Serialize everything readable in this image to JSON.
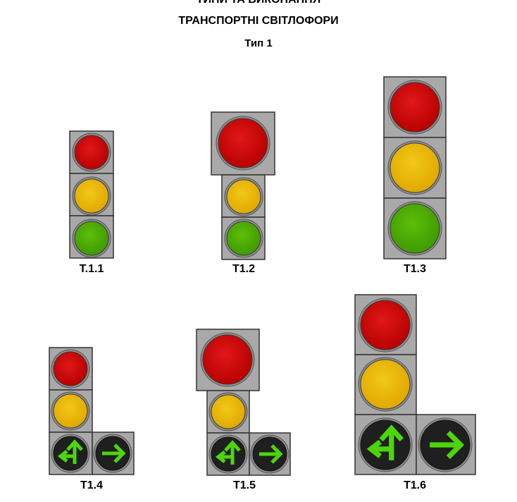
{
  "header": {
    "line1": "ТИПИ ТА ВИКОНАННЯ",
    "line2": "ТРАНСПОРТНІ СВІТЛОФОРИ",
    "line3": "Тип 1"
  },
  "colors": {
    "housing": "#a9a9a9",
    "housing_border": "#333333",
    "red": "#cc0000",
    "yellow": "#e8b800",
    "green": "#4caf00",
    "arrow_lens": "#1f1f1f",
    "arrow": "#4cd60a"
  },
  "signals": [
    {
      "label": "T.1.1",
      "lenses": [
        "red",
        "yellow",
        "green"
      ]
    },
    {
      "label": "T1.2",
      "lenses": [
        "red",
        "yellow",
        "green"
      ]
    },
    {
      "label": "T1.3",
      "lenses": [
        "red",
        "yellow",
        "green"
      ]
    },
    {
      "label": "T1.4",
      "lenses": [
        "red",
        "yellow",
        "left-straight-arrow",
        "right-arrow"
      ]
    },
    {
      "label": "T1.5",
      "lenses": [
        "red",
        "yellow",
        "left-straight-arrow",
        "right-arrow"
      ]
    },
    {
      "label": "T1.6",
      "lenses": [
        "red",
        "yellow",
        "left-straight-arrow",
        "right-arrow"
      ]
    }
  ]
}
